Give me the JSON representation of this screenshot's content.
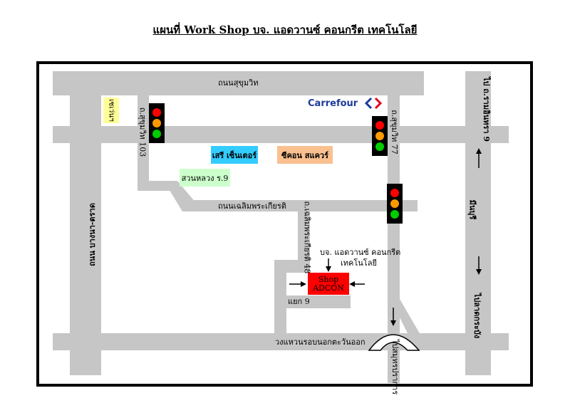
{
  "title": "แผนที่ Work Shop บจ. แอดวานซ์ คอนกรีต เทคโนโลยี",
  "roads": {
    "sukhumvit": "ถนนสุขุมวิท",
    "chaloem_phrakiat": "ถนนเฉลิมพระเกียรติ",
    "ring_road": "วงแหวนรอบนอกตะวันออก",
    "soi_103": "ถ.สุขุมวิท 103",
    "soi_77": "ถ.สุขุมวิท 77",
    "chaloem_48": "ถ.เฉลิมพระเกียรติ 48",
    "yaek_9": "แยก 9",
    "bang_na_trat": "ถนน บางนา-ตราด",
    "to_ramintra": "ไป ถ.รามอินทรา 9",
    "to_minburi": "มีนบุรี",
    "to_samut": "ไปสมุทรปราการ",
    "to_lat_krabang": "ไปลาดกระบัง"
  },
  "places": {
    "seven_eleven": "เซเว่นฯ",
    "seri_center": "เสรี เซ็นเตอร์",
    "seacon_square": "ซีคอน สแควร์",
    "suan_luang": "สวนหลวง ร.9",
    "carrefour": "Carrefour",
    "company_note_line1": "บจ. แอดวานซ์ คอนกรีต",
    "company_note_line2": "เทคโนโลยี",
    "shop_line1": "Shop",
    "shop_line2": "ADCON"
  },
  "colors": {
    "road": "#c6c6c6",
    "seven_eleven_box": "#ffff99",
    "seri_box": "#33ccff",
    "seacon_box": "#fac090",
    "suan_luang_box": "#ccffcc",
    "shop_box": "#ff0000",
    "carrefour_text": "#1e3a9a",
    "lamp_red": "#ff0000",
    "lamp_amber": "#ff9900",
    "lamp_green": "#00cc00"
  },
  "icons": [
    "traffic-light-icon",
    "carrefour-logo-icon",
    "arrow-icon"
  ]
}
